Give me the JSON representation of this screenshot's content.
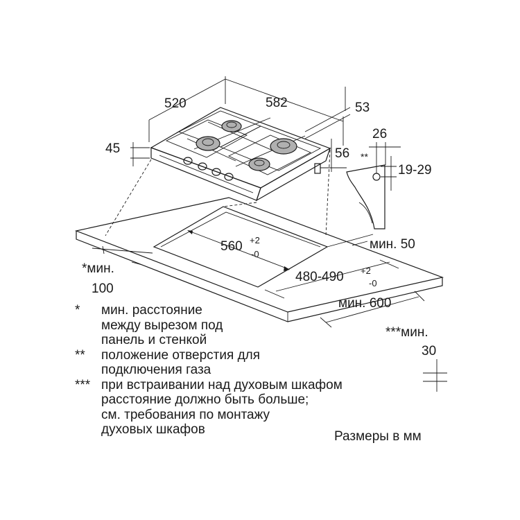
{
  "dimensions": {
    "width": "520",
    "length": "582",
    "height": "45",
    "top_offset": "53",
    "side_offset": "56",
    "gas_width": "26",
    "gas_marker": "**",
    "gas_height": "19-29",
    "cutout_width_base": "560",
    "cutout_width_sup_plus": "+2",
    "cutout_width_sup_minus": "-0",
    "cutout_depth_base": "480-490",
    "cutout_depth_sup_plus": "+2",
    "cutout_depth_sup_minus": "-0",
    "min_50": "мин. 50",
    "min_600": "мин. 600",
    "min_100_line1": "*мин.",
    "min_100_line2": "100",
    "min_30_line1": "***мин.",
    "min_30_line2": "30"
  },
  "notes": [
    {
      "marker": "*",
      "lines": [
        "мин. расстояние",
        "между вырезом под",
        "панель и стенкой"
      ]
    },
    {
      "marker": "**",
      "lines": [
        "положение отверстия для",
        "подключения газа"
      ]
    },
    {
      "marker": "***",
      "lines": [
        "при встраивании над духовым шкафом",
        "расстояние должно быть больше;",
        "см. требования по монтажу",
        "духовых шкафов"
      ]
    }
  ],
  "units_label": "Размеры в мм",
  "colors": {
    "line": "#1a1a1a",
    "background": "#ffffff",
    "burner": "#b0b0b0"
  }
}
